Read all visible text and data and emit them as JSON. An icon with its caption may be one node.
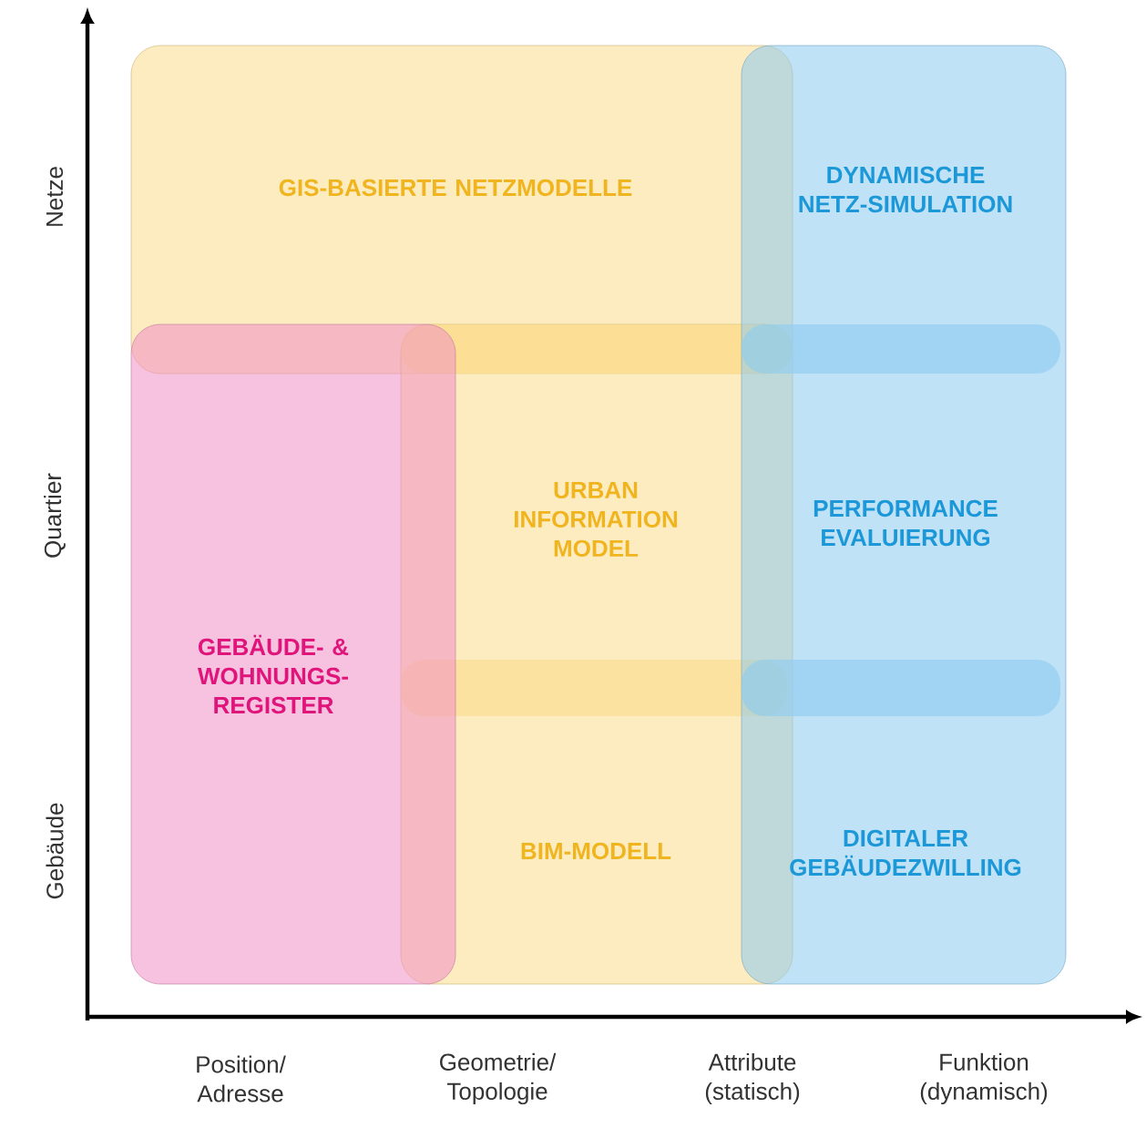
{
  "diagram": {
    "nodes": [
      {
        "text": [
          "GIS-BASIERTE NETZMODELLE"
        ]
      },
      {
        "text": [
          "DYNAMISCHE NETZ-SIMULATION",
          "PERFORMANCE EVALUIERUNG",
          "DIGITALER GEBÄUDEZWILLING"
        ]
      },
      {
        "text": [
          "GEBÄUDE- & WOHNUNGS-REGISTER"
        ]
      },
      {
        "text": [
          "URBAN INFORMATION MODEL",
          "BIM-MODELL"
        ]
      },
      {
        "text": [],
        "shape": "bar"
      },
      {
        "text": [],
        "shape": "bar",
        "in": 1
      },
      {
        "text": [],
        "shape": "bar",
        "in": 3
      },
      {
        "text": [],
        "shape": "bar",
        "in": 1
      }
    ],
    "labels": [
      "Netze",
      "Quartier",
      "Gebäude",
      "Position/ Adresse",
      "Geometrie/ Topologie",
      "Attribute (statisch)",
      "Funktion (dynamisch)"
    ]
  }
}
